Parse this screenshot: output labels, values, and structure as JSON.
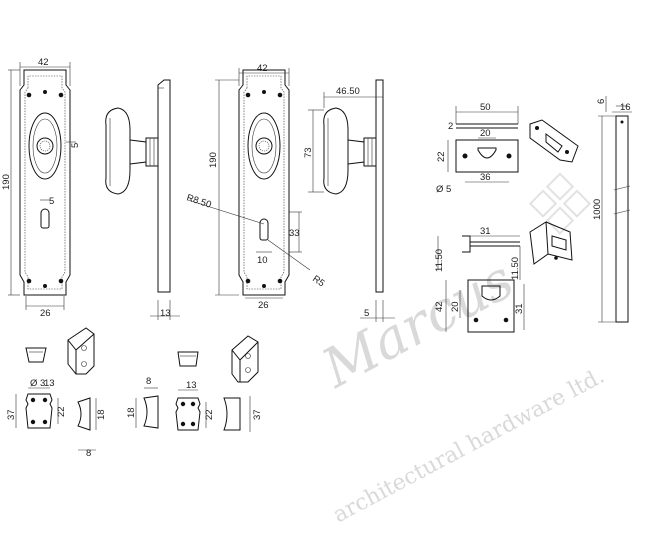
{
  "watermark": {
    "brand": "Marcus",
    "tagline": "architectural hardware ltd."
  },
  "dimensions": {
    "plate1_width": "42",
    "plate1_height": "190",
    "plate1_bottom_width": "26",
    "plate1_side_5": "5",
    "plate1_inner_5": "5",
    "knob1_projection": "13",
    "plate2_width": "42",
    "plate2_height": "190",
    "plate2_bottom_width": "26",
    "plate2_radius_top": "R8.50",
    "plate2_radius_bottom": "R5",
    "plate2_keyhole_33": "33",
    "plate2_keyhole_10": "10",
    "knob2_projection": "46.50",
    "knob2_height": "73",
    "knob2_plate_5": "5",
    "keep_width": "50",
    "keep_thickness": "2",
    "keep_slot": "20",
    "keep_height": "22",
    "keep_hole": "Ø 5",
    "keep_holes_spacing": "36",
    "bar_width": "16",
    "bar_offset": "6",
    "bar_length": "1000",
    "staple_top": "31",
    "staple_h1": "11.50",
    "staple_h2": "11.50",
    "staple_height": "42",
    "staple_inner": "20",
    "staple_width": "31",
    "t1_hole": "Ø 3",
    "t1_width": "13",
    "t1_height": "37",
    "t1_inner": "22",
    "t1_side": "18",
    "t1_depth": "8",
    "t2_depth": "8",
    "t2_width": "13",
    "t2_side": "18",
    "t2_inner": "22",
    "t2_height": "37"
  }
}
